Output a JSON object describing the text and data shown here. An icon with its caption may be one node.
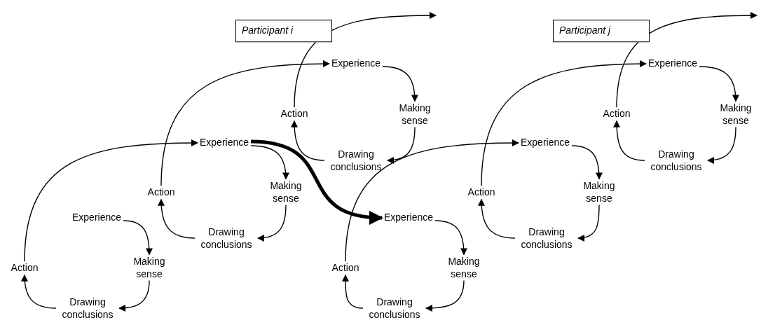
{
  "diagram": {
    "nodes": [
      {
        "text": [
          "Participant i"
        ]
      },
      {
        "text": [
          "Participant j"
        ]
      },
      {
        "text": [
          "Experience"
        ]
      },
      {
        "text": [
          "Making sense"
        ]
      },
      {
        "text": [
          "Drawing conclusions"
        ]
      },
      {
        "text": [
          "Action"
        ]
      },
      {
        "text": [
          "Experience"
        ]
      },
      {
        "text": [
          "Making sense"
        ]
      },
      {
        "text": [
          "Drawing conclusions"
        ]
      },
      {
        "text": [
          "Action"
        ]
      },
      {
        "text": [
          "Experience"
        ]
      },
      {
        "text": [
          "Making sense"
        ]
      },
      {
        "text": [
          "Drawing conclusions"
        ]
      },
      {
        "text": [
          "Action"
        ]
      },
      {
        "text": [
          "Experience"
        ]
      },
      {
        "text": [
          "Making sense"
        ]
      },
      {
        "text": [
          "Drawing conclusions"
        ]
      },
      {
        "text": [
          "Action"
        ]
      },
      {
        "text": [
          "Experience"
        ]
      },
      {
        "text": [
          "Making sense"
        ]
      },
      {
        "text": [
          "Drawing conclusions"
        ]
      },
      {
        "text": [
          "Action"
        ]
      },
      {
        "text": [
          "Experience"
        ]
      },
      {
        "text": [
          "Making sense"
        ]
      },
      {
        "text": [
          "Drawing conclusions"
        ]
      },
      {
        "text": [
          "Action"
        ]
      }
    ],
    "edges": [
      {
        "from": 2,
        "to": 3,
        "arrow": "to"
      },
      {
        "from": 3,
        "to": 4,
        "arrow": "to"
      },
      {
        "from": 4,
        "to": 5,
        "arrow": "to"
      },
      {
        "from": 5,
        "to": 6,
        "arrow": "to"
      },
      {
        "from": 6,
        "to": 7,
        "arrow": "to"
      },
      {
        "from": 7,
        "to": 8,
        "arrow": "to"
      },
      {
        "from": 8,
        "to": 9,
        "arrow": "to"
      },
      {
        "from": 9,
        "to": 10,
        "arrow": "to"
      },
      {
        "from": 10,
        "to": 11,
        "arrow": "to"
      },
      {
        "from": 11,
        "to": 12,
        "arrow": "to"
      },
      {
        "from": 12,
        "to": 13,
        "arrow": "to"
      },
      {
        "from": 13,
        "to": null,
        "arrow": "to"
      },
      {
        "from": 6,
        "to": 14,
        "arrow": "to",
        "style": "thick"
      },
      {
        "from": 14,
        "to": 15,
        "arrow": "to"
      },
      {
        "from": 15,
        "to": 16,
        "arrow": "to"
      },
      {
        "from": 16,
        "to": 17,
        "arrow": "to"
      },
      {
        "from": 17,
        "to": 18,
        "arrow": "to"
      },
      {
        "from": 18,
        "to": 19,
        "arrow": "to"
      },
      {
        "from": 19,
        "to": 20,
        "arrow": "to"
      },
      {
        "from": 20,
        "to": 21,
        "arrow": "to"
      },
      {
        "from": 21,
        "to": 22,
        "arrow": "to"
      },
      {
        "from": 22,
        "to": 23,
        "arrow": "to"
      },
      {
        "from": 23,
        "to": 24,
        "arrow": "to"
      },
      {
        "from": 24,
        "to": 25,
        "arrow": "to"
      },
      {
        "from": 25,
        "to": null,
        "arrow": "to"
      }
    ]
  }
}
